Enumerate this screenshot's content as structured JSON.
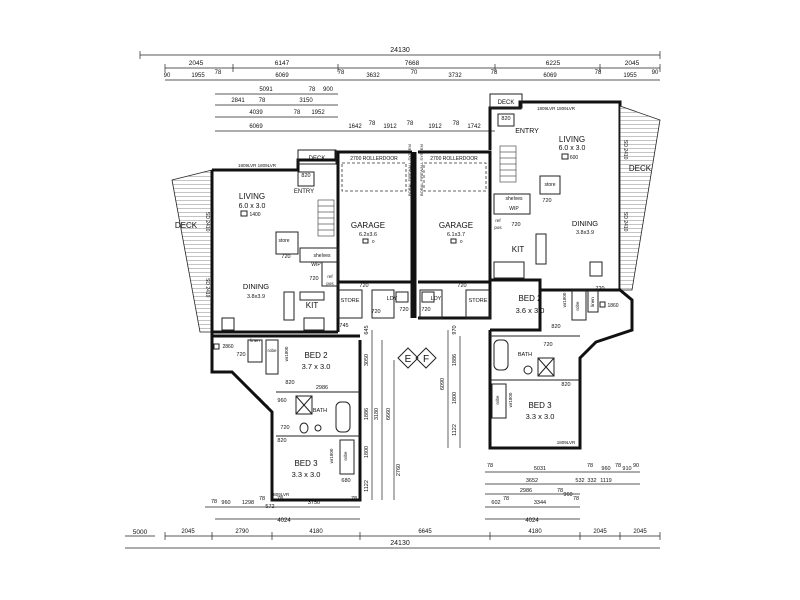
{
  "dims": {
    "overall_top": "24130",
    "top_row": [
      "2045",
      "6147",
      "7668",
      "6225",
      "2045"
    ],
    "row2": [
      "90",
      "1955",
      "78",
      "6069",
      "78",
      "3632",
      "70",
      "3732",
      "78",
      "6069",
      "78",
      "1955",
      "90"
    ],
    "row3": [
      "5091",
      "78",
      "900"
    ],
    "row4": [
      "2841",
      "78",
      "3150"
    ],
    "row5": [
      "4039",
      "78",
      "1952"
    ],
    "row6": [
      "6069",
      "1642",
      "78",
      "1912",
      "78",
      "1912",
      "78",
      "1742"
    ],
    "center_v": [
      "645",
      "3050",
      "1886",
      "3180",
      "1800",
      "1122",
      "2760",
      "6660",
      "970",
      "1886",
      "1800",
      "1122",
      "6090"
    ],
    "left_v": [
      "745",
      "720",
      "720"
    ],
    "bottom_left": [
      "78",
      "960",
      "1298",
      "572",
      "78",
      "78",
      "3750",
      "78"
    ],
    "bottom_left2": [
      "4024"
    ],
    "bottom_right": [
      "78",
      "5031",
      "78",
      "960",
      "78",
      "910",
      "90"
    ],
    "bottom_right2": [
      "3652",
      "532",
      "332",
      "1119"
    ],
    "bottom_right3": [
      "2986",
      "78",
      "960"
    ],
    "bottom_right4": [
      "602",
      "78",
      "3344",
      "78"
    ],
    "bottom_right5": [
      "4024"
    ],
    "overall_bottom_row": [
      "2045",
      "2790",
      "4180",
      "6645",
      "4180",
      "2045",
      "2045"
    ],
    "overall_bottom": "24130",
    "left_mark": "5000"
  },
  "unit_e": {
    "deck": "DECK",
    "deck_sd_upper": "SD 2410",
    "deck_sd_lower": "SD 2410",
    "living": "LIVING",
    "living_size": "6.0 x 3.0",
    "living_code": "1400",
    "entry": "ENTRY",
    "entry_deck": "DECK",
    "window_top": "1809LVR 1809LVR",
    "dim_820a": "820",
    "store": "store",
    "shelves": "shelves",
    "wip": "WIP",
    "ref": "ref",
    "pos": "pos",
    "dining": "DINING",
    "dining_size": "3.8x3.9",
    "kit": "KIT",
    "door_720a": "720",
    "door_720b": "720",
    "door_720c": "720",
    "door_720d": "720",
    "door_720e": "720",
    "store2": "STORE",
    "lby": "LDY",
    "ldy_720": "720",
    "garage": "GARAGE",
    "garage_size": "6.2x3.6",
    "garage_code": "0",
    "rollerdoor": "2700 ROLLERDOOR",
    "bed2": "BED 2",
    "bed2_size": "3.7 x 3.0",
    "bed2_code": "2860",
    "linen": "linen",
    "robe": "robe",
    "wr": "wr1800",
    "dim_820b": "820",
    "dim_2986": "2986",
    "dim_960": "960",
    "bath": "BATH",
    "bath_720": "720",
    "dim_820c": "820",
    "bed3": "BED 3",
    "bed3_size": "3.3 x 3.0",
    "robe2": "robe",
    "wr2": "wr1800",
    "dim_680": "680",
    "lvr": "1809LVR",
    "wall_label": "1809LVR"
  },
  "unit_f": {
    "deck": "DECK",
    "deck_sd_upper": "SD 2410",
    "deck_sd_lower": "SD 2410",
    "entry_deck": "DECK",
    "entry": "ENTRY",
    "window_top": "1809LVR 1809LVR",
    "dim_820a": "820",
    "living": "LIVING",
    "living_size": "6.0 x 3.0",
    "living_code": "600",
    "store": "store",
    "shelves": "shelves",
    "wip": "WIP",
    "ref": "ref",
    "pos": "pos",
    "dining": "DINING",
    "dining_size": "3.8x3.9",
    "kit": "KIT",
    "door_720a": "720",
    "door_720b": "720",
    "door_720c": "720",
    "door_720d": "720",
    "garage": "GARAGE",
    "garage_size": "6.1x3.7",
    "garage_code": "0",
    "rollerdoor": "2700 ROLLERDOOR",
    "store2": "STORE",
    "lby": "LDY",
    "ldy_720": "720",
    "bed2": "BED 2",
    "bed2_size": "3.6 x 3.0",
    "bed2_code": "1860",
    "linen": "linen",
    "robe": "robe",
    "wr": "wr1800",
    "dim_820b": "820",
    "bath": "BATH",
    "bath_720": "720",
    "dim_820c": "820",
    "bed3": "BED 3",
    "bed3_size": "3.3 x 3.0",
    "robe2": "robe",
    "wr2": "wr1800",
    "lvr": "1809LVR"
  },
  "shared": {
    "firewall": "BORAL FIREWALL SYSTEM",
    "unit_e_marker": "E",
    "unit_f_marker": "F"
  }
}
